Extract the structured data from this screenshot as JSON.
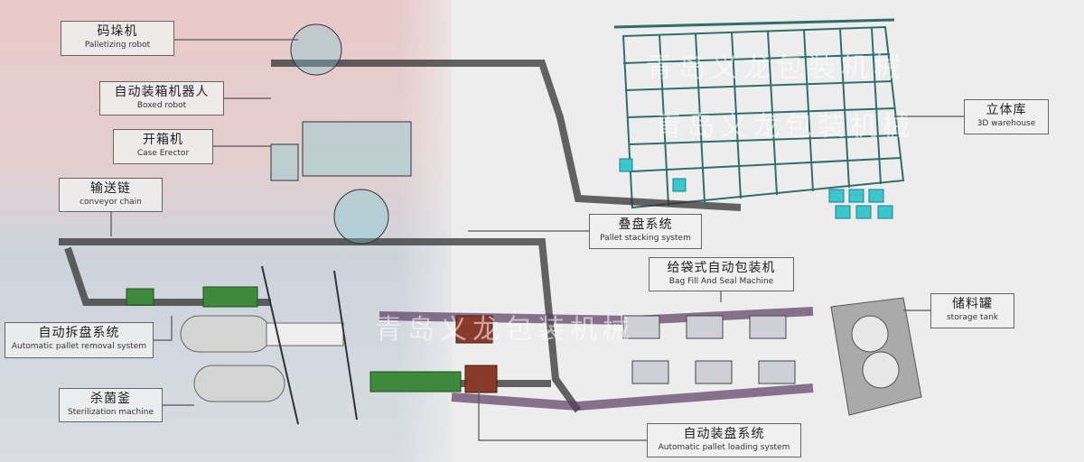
{
  "labels": {
    "palletizing_robot": {
      "cn": "码垛机",
      "en": "Palletizing robot"
    },
    "boxed_robot": {
      "cn": "自动装箱机器人",
      "en": "Boxed robot"
    },
    "case_erector": {
      "cn": "开箱机",
      "en": "Case Erector"
    },
    "conveyor_chain": {
      "cn": "输送链",
      "en": "conveyor chain"
    },
    "pallet_removal": {
      "cn": "自动拆盘系统",
      "en": "Automatic pallet removal system"
    },
    "sterilization": {
      "cn": "杀菌釜",
      "en": "Sterilization machine"
    },
    "pallet_stacking": {
      "cn": "叠盘系统",
      "en": "Pallet stacking system"
    },
    "bag_fill": {
      "cn": "给袋式自动包装机",
      "en": "Bag Fill And Seal Machine"
    },
    "storage_tank": {
      "cn": "储料罐",
      "en": "storage tank"
    },
    "pallet_loading": {
      "cn": "自动装盘系统",
      "en": "Automatic pallet loading system"
    },
    "warehouse": {
      "cn": "立体库",
      "en": "3D warehouse"
    }
  },
  "watermark": "青岛义龙包装机械",
  "colors": {
    "frame": "#2f6f6a",
    "box": "#3cc6cf",
    "path": "#5a3a63",
    "line": "#555555"
  }
}
